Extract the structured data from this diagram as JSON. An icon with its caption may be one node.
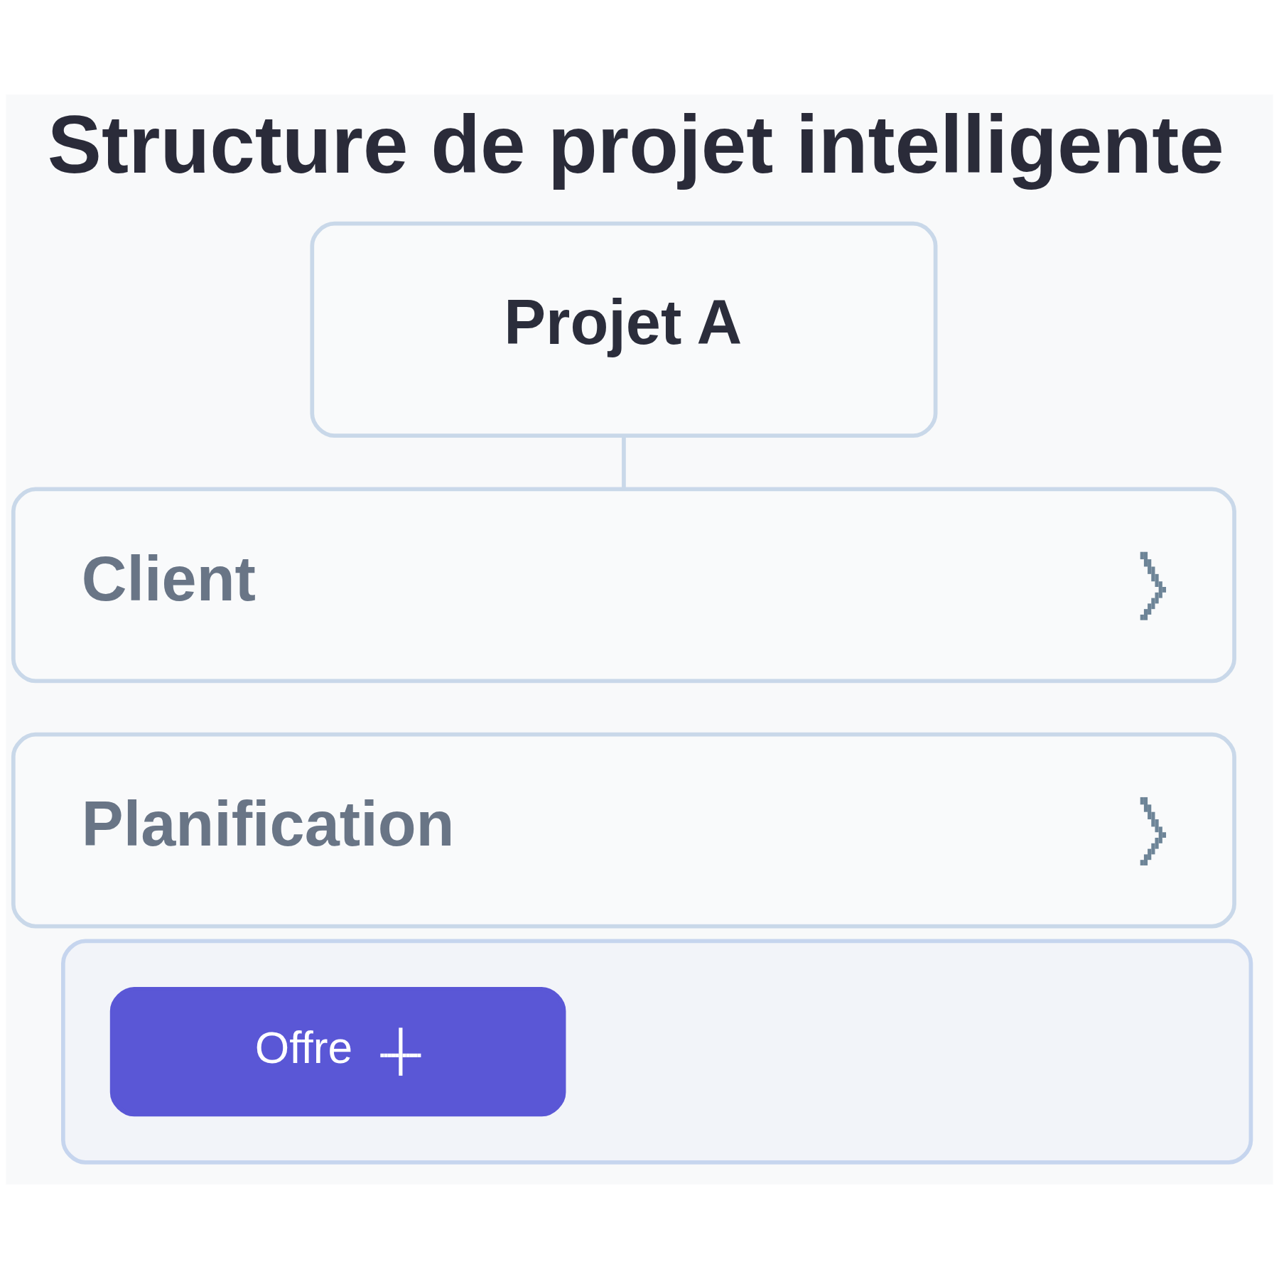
{
  "diagram": {
    "title": "Structure de projet intelligente",
    "nodes": [
      {
        "text": [
          "Projet A"
        ]
      },
      {
        "text": [
          "Client"
        ]
      },
      {
        "text": [
          "Planification"
        ]
      },
      {
        "text": [],
        "shape": "box"
      },
      {
        "text": [
          "Offre"
        ],
        "in": 3
      }
    ],
    "edges": [
      {
        "from": 0,
        "to": 1,
        "arrow": "none"
      }
    ]
  }
}
